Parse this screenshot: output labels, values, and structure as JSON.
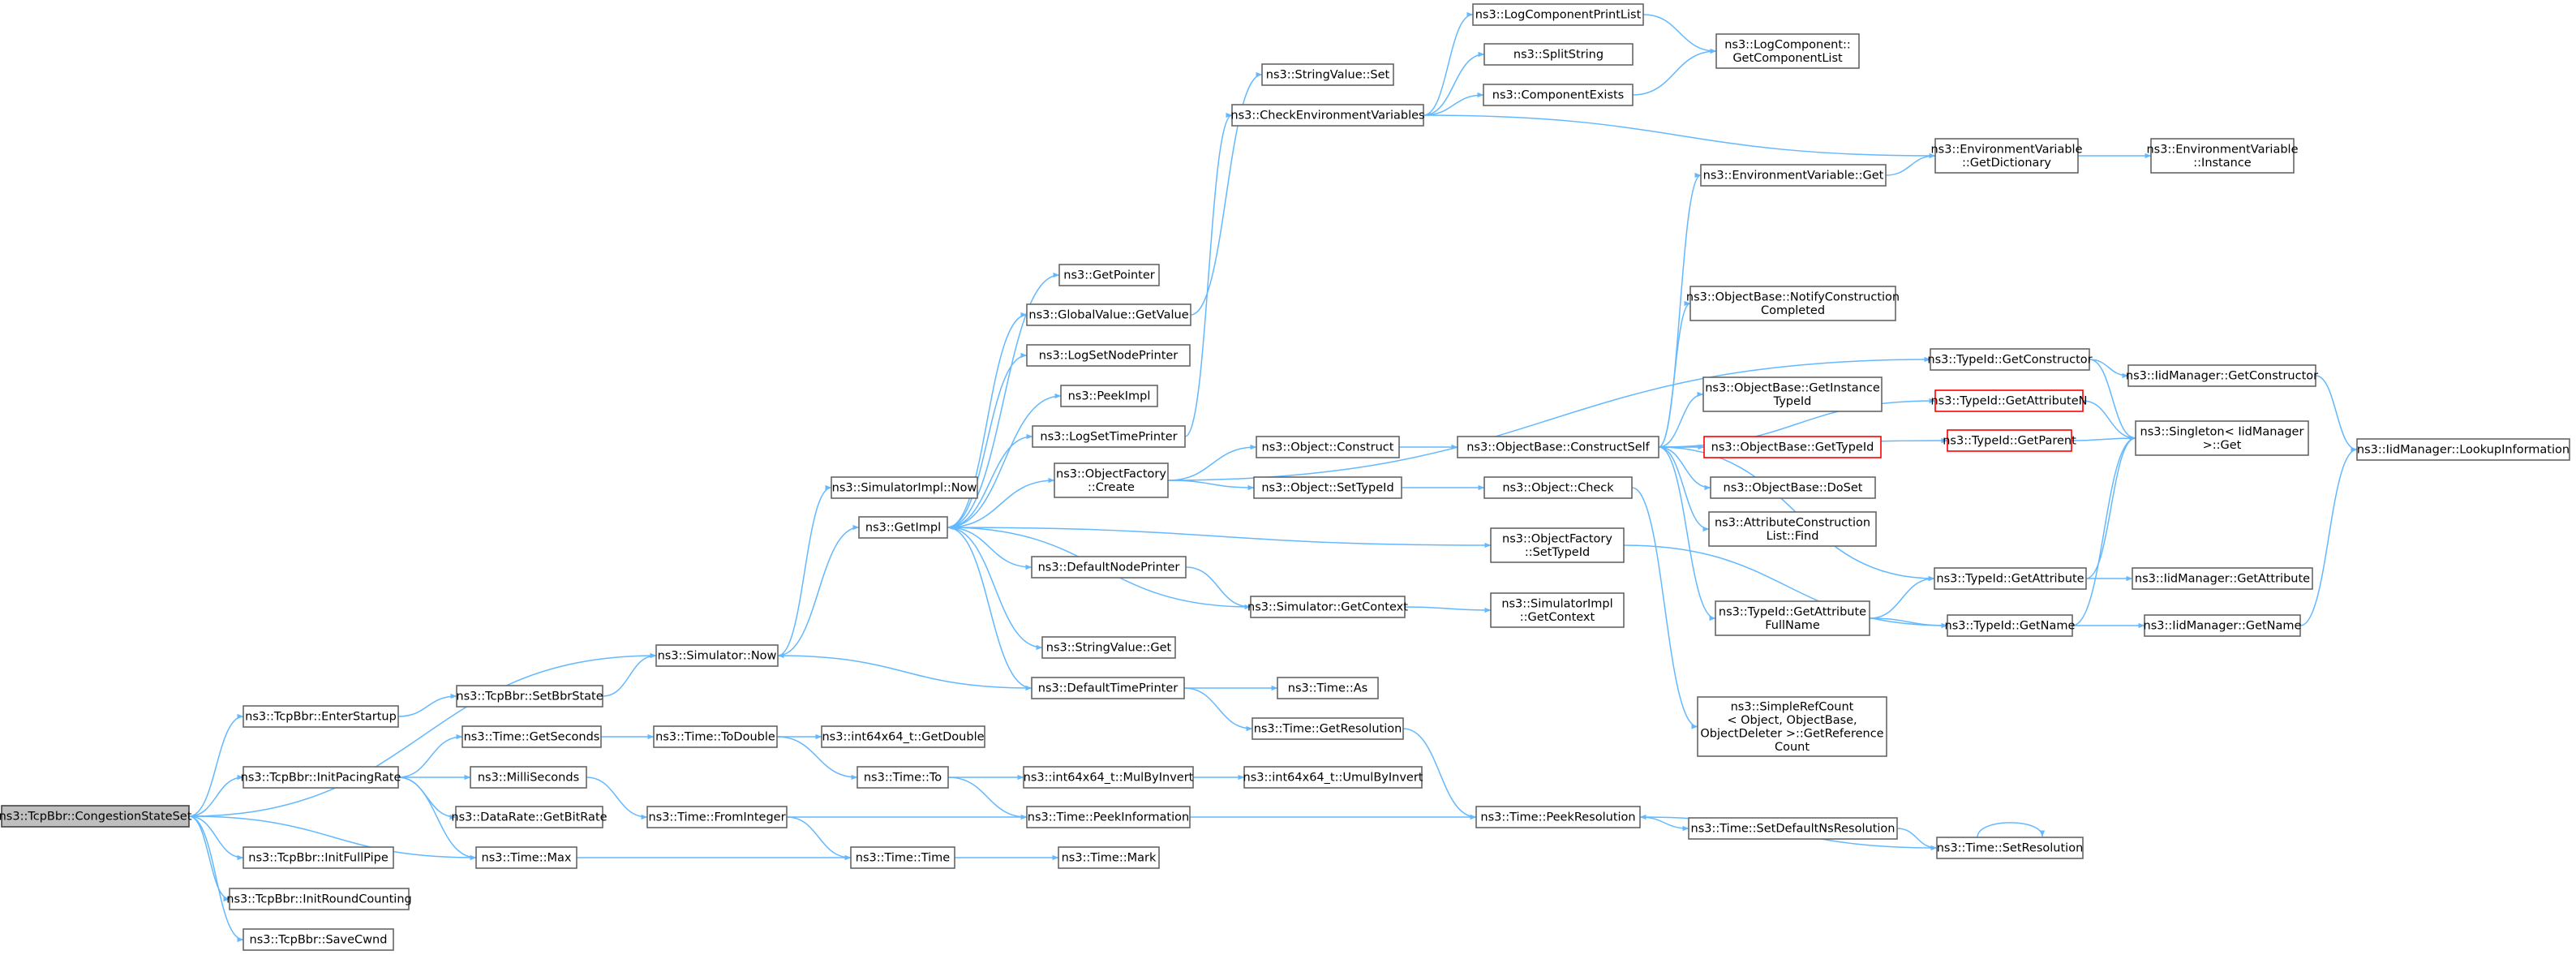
{
  "title": "",
  "colors": {
    "edge": "#63b8ff",
    "node_border": "#666666",
    "root_fill": "#bfbfbf",
    "highlight_border": "#ff0000"
  },
  "nodes": [
    {
      "id": "root",
      "lines": [
        "ns3::TcpBbr::CongestionStateSet"
      ],
      "root": true
    },
    {
      "id": "enterStartup",
      "lines": [
        "ns3::TcpBbr::EnterStartup"
      ]
    },
    {
      "id": "initPacing",
      "lines": [
        "ns3::TcpBbr::InitPacingRate"
      ]
    },
    {
      "id": "initFullPipe",
      "lines": [
        "ns3::TcpBbr::InitFullPipe"
      ]
    },
    {
      "id": "initRound",
      "lines": [
        "ns3::TcpBbr::InitRoundCounting"
      ]
    },
    {
      "id": "saveCwnd",
      "lines": [
        "ns3::TcpBbr::SaveCwnd"
      ]
    },
    {
      "id": "setBbrState",
      "lines": [
        "ns3::TcpBbr::SetBbrState"
      ]
    },
    {
      "id": "getSeconds",
      "lines": [
        "ns3::Time::GetSeconds"
      ]
    },
    {
      "id": "milliSeconds",
      "lines": [
        "ns3::MilliSeconds"
      ]
    },
    {
      "id": "getBitRate",
      "lines": [
        "ns3::DataRate::GetBitRate"
      ]
    },
    {
      "id": "timeMax",
      "lines": [
        "ns3::Time::Max"
      ]
    },
    {
      "id": "simNow",
      "lines": [
        "ns3::Simulator::Now"
      ]
    },
    {
      "id": "toDouble",
      "lines": [
        "ns3::Time::ToDouble"
      ]
    },
    {
      "id": "fromInteger",
      "lines": [
        "ns3::Time::FromInteger"
      ]
    },
    {
      "id": "simImplNow",
      "lines": [
        "ns3::SimulatorImpl::Now"
      ]
    },
    {
      "id": "getImpl",
      "lines": [
        "ns3::GetImpl"
      ]
    },
    {
      "id": "int64GetDouble",
      "lines": [
        "ns3::int64x64_t::GetDouble"
      ]
    },
    {
      "id": "timeTo",
      "lines": [
        "ns3::Time::To"
      ]
    },
    {
      "id": "timeTime",
      "lines": [
        "ns3::Time::Time"
      ]
    },
    {
      "id": "getPointer",
      "lines": [
        "ns3::GetPointer"
      ]
    },
    {
      "id": "gvGetValue",
      "lines": [
        "ns3::GlobalValue::GetValue"
      ]
    },
    {
      "id": "logSetNode",
      "lines": [
        "ns3::LogSetNodePrinter"
      ]
    },
    {
      "id": "peekImpl",
      "lines": [
        "ns3::PeekImpl"
      ]
    },
    {
      "id": "logSetTime",
      "lines": [
        "ns3::LogSetTimePrinter"
      ]
    },
    {
      "id": "ofCreate",
      "lines": [
        "ns3::ObjectFactory",
        "::Create"
      ]
    },
    {
      "id": "defNodePrinter",
      "lines": [
        "ns3::DefaultNodePrinter"
      ]
    },
    {
      "id": "svGet",
      "lines": [
        "ns3::StringValue::Get"
      ]
    },
    {
      "id": "defTimePrinter",
      "lines": [
        "ns3::DefaultTimePrinter"
      ]
    },
    {
      "id": "mulByInvert",
      "lines": [
        "ns3::int64x64_t::MulByInvert"
      ]
    },
    {
      "id": "peekInfo",
      "lines": [
        "ns3::Time::PeekInformation"
      ]
    },
    {
      "id": "timeMark",
      "lines": [
        "ns3::Time::Mark"
      ]
    },
    {
      "id": "svSet",
      "lines": [
        "ns3::StringValue::Set"
      ]
    },
    {
      "id": "checkEnv",
      "lines": [
        "ns3::CheckEnvironmentVariables"
      ]
    },
    {
      "id": "objConstruct",
      "lines": [
        "ns3::Object::Construct"
      ]
    },
    {
      "id": "objSetTypeId",
      "lines": [
        "ns3::Object::SetTypeId"
      ]
    },
    {
      "id": "simGetContext",
      "lines": [
        "ns3::Simulator::GetContext"
      ]
    },
    {
      "id": "timeAs",
      "lines": [
        "ns3::Time::As"
      ]
    },
    {
      "id": "timeGetRes",
      "lines": [
        "ns3::Time::GetResolution"
      ]
    },
    {
      "id": "umulByInvert",
      "lines": [
        "ns3::int64x64_t::UmulByInvert"
      ]
    },
    {
      "id": "logCompPrint",
      "lines": [
        "ns3::LogComponentPrintList"
      ]
    },
    {
      "id": "splitString",
      "lines": [
        "ns3::SplitString"
      ]
    },
    {
      "id": "compExists",
      "lines": [
        "ns3::ComponentExists"
      ]
    },
    {
      "id": "obConstructSelf",
      "lines": [
        "ns3::ObjectBase::ConstructSelf"
      ]
    },
    {
      "id": "objCheck",
      "lines": [
        "ns3::Object::Check"
      ]
    },
    {
      "id": "ofSetTypeId",
      "lines": [
        "ns3::ObjectFactory",
        "::SetTypeId"
      ]
    },
    {
      "id": "simImplGetContext",
      "lines": [
        "ns3::SimulatorImpl",
        "::GetContext"
      ]
    },
    {
      "id": "peekRes",
      "lines": [
        "ns3::Time::PeekResolution"
      ]
    },
    {
      "id": "envGet",
      "lines": [
        "ns3::EnvironmentVariable::Get"
      ]
    },
    {
      "id": "notifyConstr",
      "lines": [
        "ns3::ObjectBase::NotifyConstruction",
        "Completed"
      ]
    },
    {
      "id": "getInstTypeId",
      "lines": [
        "ns3::ObjectBase::GetInstance",
        "TypeId"
      ]
    },
    {
      "id": "obGetTypeId",
      "lines": [
        "ns3::ObjectBase::GetTypeId"
      ],
      "red": true
    },
    {
      "id": "doSet",
      "lines": [
        "ns3::ObjectBase::DoSet"
      ]
    },
    {
      "id": "acFind",
      "lines": [
        "ns3::AttributeConstruction",
        "List::Find"
      ]
    },
    {
      "id": "tidGetAttrFull",
      "lines": [
        "ns3::TypeId::GetAttribute",
        "FullName"
      ]
    },
    {
      "id": "simpleRefCount",
      "lines": [
        "ns3::SimpleRefCount",
        "< Object, ObjectBase,",
        "ObjectDeleter >::GetReference",
        "Count"
      ]
    },
    {
      "id": "setDefNsRes",
      "lines": [
        "ns3::Time::SetDefaultNsResolution"
      ]
    },
    {
      "id": "logCompGetList",
      "lines": [
        "ns3::LogComponent::",
        "GetComponentList"
      ]
    },
    {
      "id": "envGetDict",
      "lines": [
        "ns3::EnvironmentVariable",
        "::GetDictionary"
      ]
    },
    {
      "id": "tidGetConstructor",
      "lines": [
        "ns3::TypeId::GetConstructor"
      ]
    },
    {
      "id": "tidGetAttrN",
      "lines": [
        "ns3::TypeId::GetAttributeN"
      ],
      "red": true
    },
    {
      "id": "tidGetParent",
      "lines": [
        "ns3::TypeId::GetParent"
      ],
      "red": true
    },
    {
      "id": "tidGetAttribute",
      "lines": [
        "ns3::TypeId::GetAttribute"
      ]
    },
    {
      "id": "tidGetName",
      "lines": [
        "ns3::TypeId::GetName"
      ]
    },
    {
      "id": "setResolution",
      "lines": [
        "ns3::Time::SetResolution"
      ]
    },
    {
      "id": "envInstance",
      "lines": [
        "ns3::EnvironmentVariable",
        "::Instance"
      ]
    },
    {
      "id": "iidGetConstructor",
      "lines": [
        "ns3::IidManager::GetConstructor"
      ]
    },
    {
      "id": "singletonGet",
      "lines": [
        "ns3::Singleton< IidManager",
        ">::Get"
      ]
    },
    {
      "id": "iidGetAttribute",
      "lines": [
        "ns3::IidManager::GetAttribute"
      ]
    },
    {
      "id": "iidGetName",
      "lines": [
        "ns3::IidManager::GetName"
      ]
    },
    {
      "id": "iidLookup",
      "lines": [
        "ns3::IidManager::LookupInformation"
      ]
    }
  ],
  "edges": [
    [
      "root",
      "enterStartup"
    ],
    [
      "root",
      "initPacing"
    ],
    [
      "root",
      "initFullPipe"
    ],
    [
      "root",
      "initRound"
    ],
    [
      "root",
      "saveCwnd"
    ],
    [
      "root",
      "simNow"
    ],
    [
      "root",
      "timeMax"
    ],
    [
      "enterStartup",
      "setBbrState"
    ],
    [
      "setBbrState",
      "simNow"
    ],
    [
      "initPacing",
      "getSeconds"
    ],
    [
      "initPacing",
      "milliSeconds"
    ],
    [
      "initPacing",
      "getBitRate"
    ],
    [
      "initPacing",
      "timeMax"
    ],
    [
      "getSeconds",
      "toDouble"
    ],
    [
      "milliSeconds",
      "fromInteger"
    ],
    [
      "timeMax",
      "timeTime"
    ],
    [
      "simNow",
      "simImplNow"
    ],
    [
      "simNow",
      "getImpl"
    ],
    [
      "toDouble",
      "int64GetDouble"
    ],
    [
      "toDouble",
      "timeTo"
    ],
    [
      "fromInteger",
      "peekInfo"
    ],
    [
      "fromInteger",
      "timeTime"
    ],
    [
      "timeTo",
      "mulByInvert"
    ],
    [
      "timeTo",
      "peekInfo"
    ],
    [
      "timeTime",
      "timeMark"
    ],
    [
      "getImpl",
      "getPointer"
    ],
    [
      "getImpl",
      "gvGetValue"
    ],
    [
      "getImpl",
      "logSetNode"
    ],
    [
      "getImpl",
      "peekImpl"
    ],
    [
      "getImpl",
      "logSetTime"
    ],
    [
      "getImpl",
      "ofCreate"
    ],
    [
      "getImpl",
      "defNodePrinter"
    ],
    [
      "getImpl",
      "svGet"
    ],
    [
      "getImpl",
      "defTimePrinter"
    ],
    [
      "getImpl",
      "ofSetTypeId"
    ],
    [
      "gvGetValue",
      "svSet"
    ],
    [
      "logSetTime",
      "checkEnv"
    ],
    [
      "ofCreate",
      "objConstruct"
    ],
    [
      "ofCreate",
      "objSetTypeId"
    ],
    [
      "ofCreate",
      "tidGetConstructor"
    ],
    [
      "defNodePrinter",
      "simGetContext"
    ],
    [
      "defTimePrinter",
      "simNow"
    ],
    [
      "defTimePrinter",
      "timeAs"
    ],
    [
      "defTimePrinter",
      "timeGetRes"
    ],
    [
      "simGetContext",
      "getImpl"
    ],
    [
      "simGetContext",
      "simImplGetContext"
    ],
    [
      "mulByInvert",
      "umulByInvert"
    ],
    [
      "peekInfo",
      "peekRes"
    ],
    [
      "timeGetRes",
      "peekRes"
    ],
    [
      "checkEnv",
      "logCompPrint"
    ],
    [
      "checkEnv",
      "splitString"
    ],
    [
      "checkEnv",
      "compExists"
    ],
    [
      "checkEnv",
      "envGetDict"
    ],
    [
      "logCompPrint",
      "logCompGetList"
    ],
    [
      "compExists",
      "logCompGetList"
    ],
    [
      "objConstruct",
      "obConstructSelf"
    ],
    [
      "objSetTypeId",
      "objCheck"
    ],
    [
      "obConstructSelf",
      "envGet"
    ],
    [
      "obConstructSelf",
      "notifyConstr"
    ],
    [
      "obConstructSelf",
      "getInstTypeId"
    ],
    [
      "obConstructSelf",
      "obGetTypeId"
    ],
    [
      "obConstructSelf",
      "doSet"
    ],
    [
      "obConstructSelf",
      "acFind"
    ],
    [
      "obConstructSelf",
      "tidGetAttrFull"
    ],
    [
      "obConstructSelf",
      "tidGetAttrN"
    ],
    [
      "obConstructSelf",
      "tidGetParent"
    ],
    [
      "obConstructSelf",
      "tidGetAttribute"
    ],
    [
      "objCheck",
      "simpleRefCount"
    ],
    [
      "ofSetTypeId",
      "tidGetName"
    ],
    [
      "peekRes",
      "setDefNsRes"
    ],
    [
      "setDefNsRes",
      "setResolution"
    ],
    [
      "setResolution",
      "peekRes"
    ],
    [
      "setResolution",
      "setResolution"
    ],
    [
      "envGet",
      "envGetDict"
    ],
    [
      "envGetDict",
      "envInstance"
    ],
    [
      "tidGetConstructor",
      "iidGetConstructor"
    ],
    [
      "tidGetConstructor",
      "singletonGet"
    ],
    [
      "tidGetAttrN",
      "singletonGet"
    ],
    [
      "tidGetParent",
      "singletonGet"
    ],
    [
      "tidGetAttrFull",
      "tidGetAttribute"
    ],
    [
      "tidGetAttrFull",
      "tidGetName"
    ],
    [
      "tidGetAttribute",
      "iidGetAttribute"
    ],
    [
      "tidGetAttribute",
      "singletonGet"
    ],
    [
      "tidGetName",
      "iidGetName"
    ],
    [
      "tidGetName",
      "singletonGet"
    ],
    [
      "iidGetConstructor",
      "iidLookup"
    ],
    [
      "iidGetName",
      "iidLookup"
    ]
  ]
}
